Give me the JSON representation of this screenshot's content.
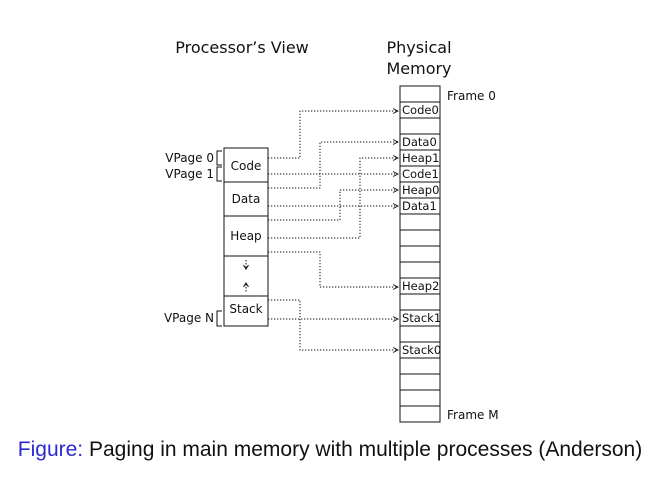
{
  "processor_view": {
    "title": "Processor’s View",
    "segments": [
      "Code",
      "Data",
      "Heap",
      "Stack"
    ],
    "vpage_labels": [
      "VPage 0",
      "VPage 1",
      "VPage N"
    ]
  },
  "physical_memory": {
    "title_line1": "Physical",
    "title_line2": "Memory",
    "frame_first": "Frame 0",
    "frame_last": "Frame M",
    "frames": [
      "",
      "Code0",
      "",
      "Data0",
      "Heap1",
      "Code1",
      "Heap0",
      "Data1",
      "",
      "",
      "",
      "",
      "Heap2",
      "",
      "Stack1",
      "",
      "Stack0",
      "",
      "",
      "",
      ""
    ]
  },
  "caption": {
    "label": "Figure:",
    "text": "Paging in main memory with multiple processes (Anderson)"
  }
}
